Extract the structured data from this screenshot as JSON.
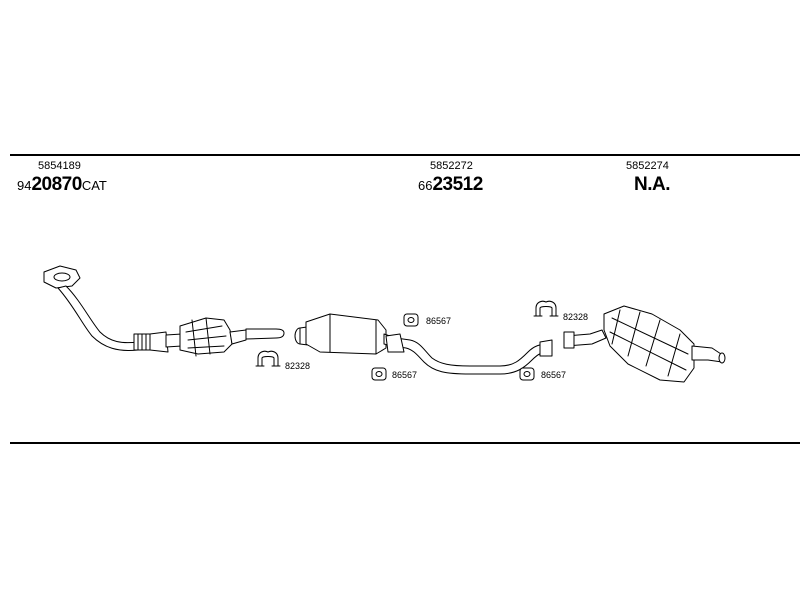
{
  "groups": [
    {
      "part_number": "5854189",
      "code_prefix": "94",
      "code_main": "20870",
      "code_suffix": "CAT"
    },
    {
      "part_number": "5852272",
      "code_prefix": "66",
      "code_main": "23512",
      "code_suffix": ""
    },
    {
      "part_number": "5852274",
      "code_prefix": "",
      "code_main": "N.A.",
      "code_suffix": ""
    }
  ],
  "callouts": {
    "clamp_left": "82328",
    "hanger_mid_top": "86567",
    "hanger_mid_bottom": "86567",
    "hanger_right_bottom": "86567",
    "clamp_right": "82328"
  }
}
